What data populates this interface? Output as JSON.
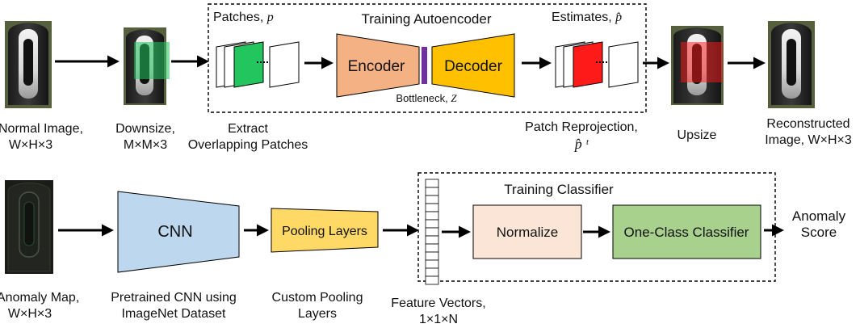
{
  "top_row": {
    "training_autoencoder_title": "Training Autoencoder",
    "patches_label": "Patches, ",
    "patches_symbol": "p",
    "estimates_label": "Estimates, ",
    "estimates_symbol": "p̂",
    "encoder_label": "Encoder",
    "decoder_label": "Decoder",
    "bottleneck_label": "Bottleneck, ",
    "bottleneck_symbol": "Z",
    "captions": {
      "normal_image": [
        "Normal Image,",
        "W×H×3"
      ],
      "downsize": [
        "Downsize,",
        "M×M×3"
      ],
      "extract": [
        "Extract",
        "Overlapping Patches"
      ],
      "reprojection": [
        "Patch Reprojection,",
        "p̂ ᵗ"
      ],
      "upsize": [
        "Upsize"
      ],
      "reconstructed": [
        "Reconstructed",
        "Image, W×H×3"
      ]
    }
  },
  "bottom_row": {
    "training_classifier_title": "Training Classifier",
    "cnn_label": "CNN",
    "pooling_label": "Pooling Layers",
    "normalize_label": "Normalize",
    "classifier_label": "One-Class Classifier",
    "score_label": [
      "Anomaly",
      "Score"
    ],
    "captions": {
      "anomaly_map": [
        "Anomaly Map,",
        "W×H×3"
      ],
      "pretrained_cnn": [
        "Pretrained CNN using",
        "ImageNet Dataset"
      ],
      "custom_pooling": [
        "Custom Pooling",
        "Layers"
      ],
      "feature_vectors": [
        "Feature Vectors,",
        "1×1×N"
      ]
    }
  },
  "colors": {
    "encoder": "#F4B183",
    "decoder": "#FFC000",
    "bottleneck": "#7030A0",
    "cnn": "#BDD7EE",
    "pooling": "#FFD966",
    "normalize": "#FBE5D6",
    "classifier": "#A9D18E",
    "green_patch": "#22C55E",
    "red_patch": "#FF1A1A"
  }
}
